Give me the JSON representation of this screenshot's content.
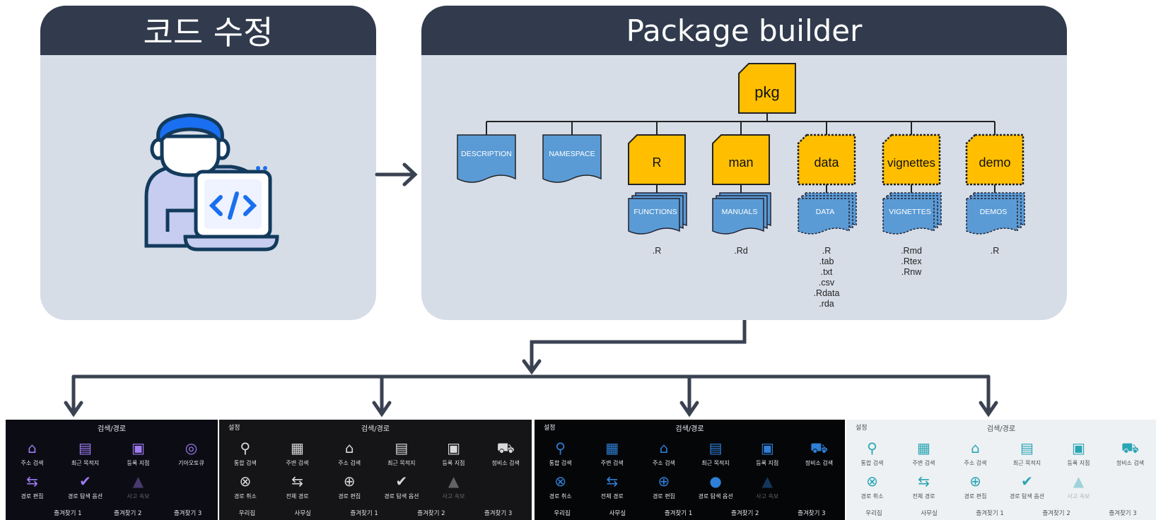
{
  "left_panel": {
    "title": "코드 수정"
  },
  "right_panel": {
    "title": "Package builder"
  },
  "tree": {
    "root": "pkg",
    "files": [
      "DESCRIPTION",
      "NAMESPACE"
    ],
    "folders": [
      {
        "label": "R",
        "sub": "FUNCTIONS",
        "ext": [
          ".R"
        ],
        "dotted": false
      },
      {
        "label": "man",
        "sub": "MANUALS",
        "ext": [
          ".Rd"
        ],
        "dotted": false
      },
      {
        "label": "data",
        "sub": "DATA",
        "ext": [
          ".R",
          ".tab",
          ".txt",
          ".csv",
          ".Rdata",
          ".rda"
        ],
        "dotted": true
      },
      {
        "label": "vignettes",
        "sub": "VIGNETTES",
        "ext": [
          ".Rmd",
          ".Rtex",
          ".Rnw"
        ],
        "dotted": true
      },
      {
        "label": "demo",
        "sub": "DEMOS",
        "ext": [
          ".R"
        ],
        "dotted": true
      }
    ]
  },
  "colors": {
    "header": "#313b4d",
    "panel": "#d6dde7",
    "folder_yellow": "#ffbf00",
    "file_blue": "#5b9bd5",
    "arrow": "#3a4252"
  },
  "icons": {
    "developer": "developer-laptop-icon"
  },
  "screens": [
    {
      "theme": "dark-purple",
      "title": "검색/경로",
      "setting": "",
      "row1": [
        {
          "icon": "home-search",
          "glyph": "⌂",
          "label": "주소 검색"
        },
        {
          "icon": "recent-folder",
          "glyph": "▤",
          "label": "최근 목적지"
        },
        {
          "icon": "registered-point",
          "glyph": "▣",
          "label": "등록 지점"
        },
        {
          "icon": "kia-autoq",
          "glyph": "◎",
          "label": "기아오토큐"
        }
      ],
      "row2": [
        {
          "icon": "route-edit",
          "glyph": "⇆",
          "label": "경로 편집"
        },
        {
          "icon": "route-option",
          "glyph": "✔",
          "label": "경로 탐색 옵션"
        },
        {
          "icon": "accident-report",
          "glyph": "▲",
          "label": "사고 속보",
          "dim": true
        }
      ],
      "bottom": [
        "",
        "즐겨찾기 1",
        "즐겨찾기 2",
        "즐겨찾기 3"
      ]
    },
    {
      "theme": "gray",
      "title": "검색/경로",
      "setting": "설정",
      "row1": [
        {
          "icon": "integrated-search",
          "glyph": "⚲",
          "label": "통합 검색"
        },
        {
          "icon": "nearby-search",
          "glyph": "▦",
          "label": "주변 검색"
        },
        {
          "icon": "address-search",
          "glyph": "⌂",
          "label": "주소 검색"
        },
        {
          "icon": "recent-destination",
          "glyph": "▤",
          "label": "최근 목적지"
        },
        {
          "icon": "registered-point",
          "glyph": "▣",
          "label": "등록 지점"
        },
        {
          "icon": "service-center-search",
          "glyph": "⛟",
          "label": "정비소 검색"
        }
      ],
      "row2": [
        {
          "icon": "route-cancel",
          "glyph": "⊗",
          "label": "경로 취소"
        },
        {
          "icon": "full-route",
          "glyph": "⇆",
          "label": "전체 경로"
        },
        {
          "icon": "route-edit",
          "glyph": "⊕",
          "label": "경로 편집"
        },
        {
          "icon": "route-option",
          "glyph": "✔",
          "label": "경로 탐색 옵션"
        },
        {
          "icon": "accident-report",
          "glyph": "▲",
          "label": "사고 속보",
          "dim": true
        }
      ],
      "bottom": [
        "우리집",
        "사무실",
        "즐겨찾기 1",
        "즐겨찾기 2",
        "즐겨찾기 3"
      ]
    },
    {
      "theme": "blue",
      "title": "검색/경로",
      "setting": "설정",
      "row1": [
        {
          "icon": "integrated-search",
          "glyph": "⚲",
          "label": "통합 검색"
        },
        {
          "icon": "nearby-search",
          "glyph": "▦",
          "label": "주변 검색"
        },
        {
          "icon": "address-search",
          "glyph": "⌂",
          "label": "주소 검색"
        },
        {
          "icon": "recent-destination",
          "glyph": "▤",
          "label": "최근 목적지"
        },
        {
          "icon": "registered-point",
          "glyph": "▣",
          "label": "등록 지점"
        },
        {
          "icon": "service-center-search",
          "glyph": "⛟",
          "label": "정비소 검색"
        }
      ],
      "row2": [
        {
          "icon": "route-cancel",
          "glyph": "⊗",
          "label": "경로 취소"
        },
        {
          "icon": "full-route",
          "glyph": "⇆",
          "label": "전체 경로"
        },
        {
          "icon": "route-edit",
          "glyph": "⊕",
          "label": "경로 편집"
        },
        {
          "icon": "route-option",
          "glyph": "●",
          "label": "경로 탐색 옵션"
        },
        {
          "icon": "accident-report",
          "glyph": "▲",
          "label": "사고 속보",
          "dim": true
        }
      ],
      "bottom": [
        "우리집",
        "사무실",
        "즐겨찾기 1",
        "즐겨찾기 2",
        "즐겨찾기 3"
      ]
    },
    {
      "theme": "light",
      "title": "검색/경로",
      "setting": "설정",
      "row1": [
        {
          "icon": "integrated-search",
          "glyph": "⚲",
          "label": "통합 검색"
        },
        {
          "icon": "nearby-search",
          "glyph": "▦",
          "label": "주변 검색"
        },
        {
          "icon": "address-search",
          "glyph": "⌂",
          "label": "주소 검색"
        },
        {
          "icon": "recent-destination",
          "glyph": "▤",
          "label": "최근 목적지"
        },
        {
          "icon": "registered-point",
          "glyph": "▣",
          "label": "등록 지점"
        },
        {
          "icon": "service-center-search",
          "glyph": "⛟",
          "label": "정비소 검색"
        }
      ],
      "row2": [
        {
          "icon": "route-cancel",
          "glyph": "⊗",
          "label": "경로 취소"
        },
        {
          "icon": "full-route",
          "glyph": "⇆",
          "label": "전체 경로"
        },
        {
          "icon": "route-edit",
          "glyph": "⊕",
          "label": "경로 편집"
        },
        {
          "icon": "route-option",
          "glyph": "✔",
          "label": "경로 탐색 옵션"
        },
        {
          "icon": "accident-report",
          "glyph": "▲",
          "label": "사고 속보",
          "dim": true
        }
      ],
      "bottom": [
        "우리집",
        "사무실",
        "즐겨찾기 1",
        "즐겨찾기 2",
        "즐겨찾기 3"
      ]
    }
  ]
}
